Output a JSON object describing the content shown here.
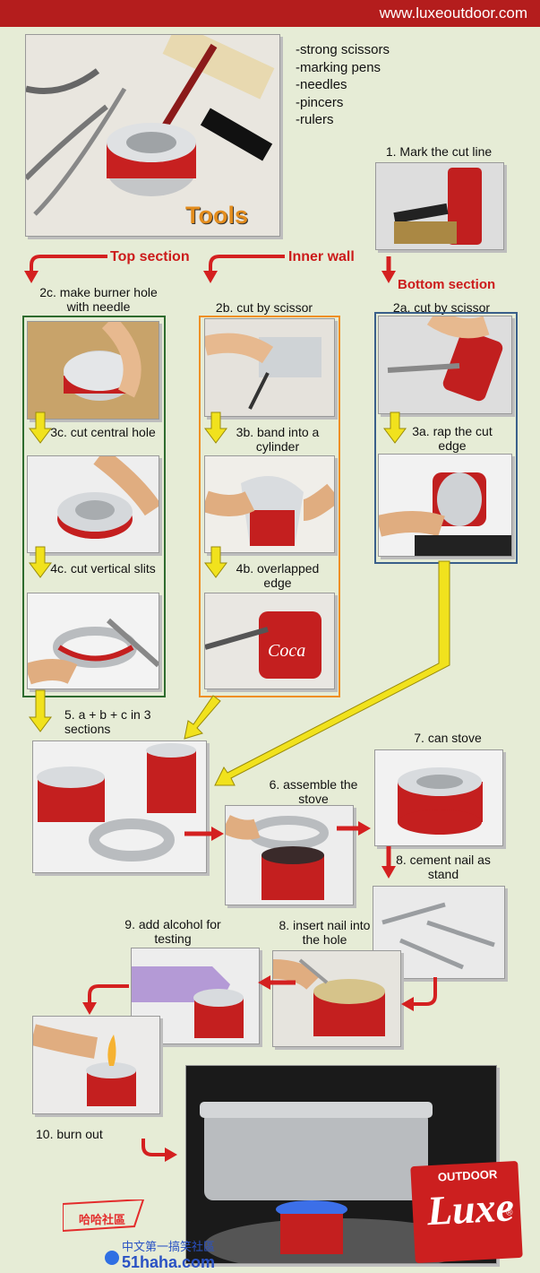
{
  "header": {
    "url": "www.luxeoutdoor.com"
  },
  "tools": {
    "title": "Tools",
    "items": [
      "-strong scissors",
      "-marking pens",
      "-needles",
      "-pincers",
      "-rulers"
    ]
  },
  "sections": {
    "top": "Top section",
    "inner": "Inner wall",
    "bottom": "Bottom section"
  },
  "steps": {
    "s1": "1. Mark the cut line",
    "s2c": "2c. make burner hole with needle",
    "s2b": "2b. cut by scissor",
    "s2a": "2a. cut by scissor",
    "s3c": "3c. cut central hole",
    "s3b": "3b. band into a cylinder",
    "s3a": "3a. rap the cut edge",
    "s4c": "4c. cut vertical slits",
    "s4b": "4b. overlapped edge",
    "s5": "5. a + b + c in 3 sections",
    "s6": "6. assemble the stove",
    "s7": "7. can stove",
    "s8a": "8. cement nail as stand",
    "s8b": "8. insert nail into the hole",
    "s9": "9. add alcohol for testing",
    "s10": "10. burn out"
  },
  "logo": {
    "brand": "Luxe",
    "tag": "OUTDOOR",
    "reg": "®"
  },
  "watermark": {
    "site": "51haha.com",
    "cn": "中文第一搞笑社區",
    "stamp": "哈哈社區"
  },
  "colors": {
    "header": "#b41d1d",
    "arrow_red": "#d42020",
    "arrow_yellow": "#f1e21d",
    "frame_green": "#2e6b2e",
    "frame_orange": "#ef8f25",
    "frame_blue": "#3a5f8a"
  }
}
